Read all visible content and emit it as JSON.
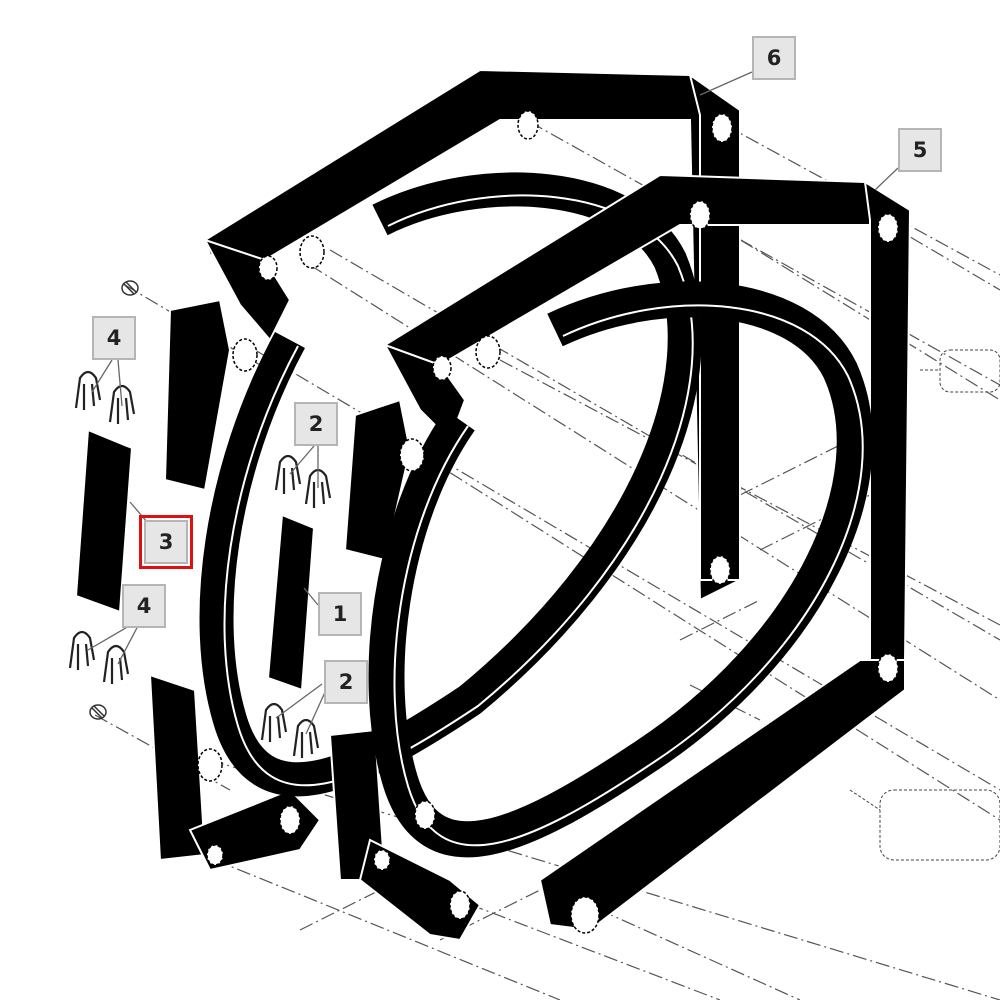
{
  "diagram": {
    "colors": {
      "part_fill": "#000000",
      "outline": "#ffffff",
      "axis_line": "#555555",
      "callout_bg": "#e6e6e6",
      "callout_border": "#b5b5b5",
      "highlight": "#e01010"
    },
    "callouts": [
      {
        "id": "c6",
        "label": "6"
      },
      {
        "id": "c5",
        "label": "5"
      },
      {
        "id": "c4a",
        "label": "4"
      },
      {
        "id": "c2a",
        "label": "2"
      },
      {
        "id": "c3",
        "label": "3",
        "selected": true
      },
      {
        "id": "c4b",
        "label": "4"
      },
      {
        "id": "c1",
        "label": "1"
      },
      {
        "id": "c2b",
        "label": "2"
      }
    ]
  }
}
